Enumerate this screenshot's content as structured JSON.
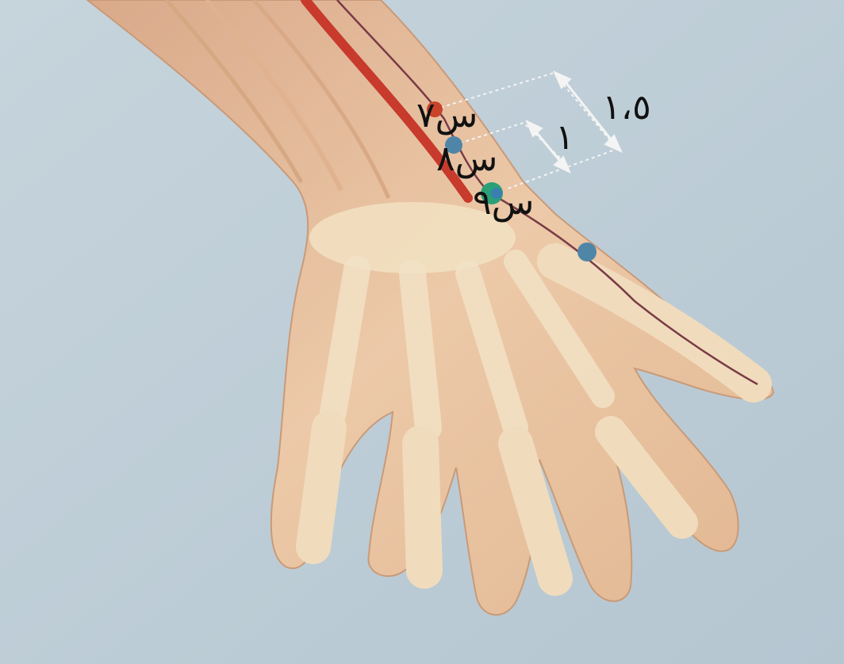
{
  "labels": {
    "point_a": "س٧",
    "point_b": "س٨",
    "point_c": "س٩",
    "measure_long": "١،٥",
    "measure_short": "١"
  },
  "colors": {
    "background": "#b9c9d3",
    "skin": "#e9c9a7",
    "skin_shadow": "#cfa37f",
    "bone": "#f4e6c8",
    "artery": "#c73a2c",
    "meridian": "#7a3b46",
    "point_red": "#c9432b",
    "point_blue": "#4f86a8",
    "point_green": "#2aa076",
    "guide": "#f2f2f2",
    "label": "#111111"
  },
  "icons": [
    "acupoint-marker",
    "dimension-arrow"
  ]
}
